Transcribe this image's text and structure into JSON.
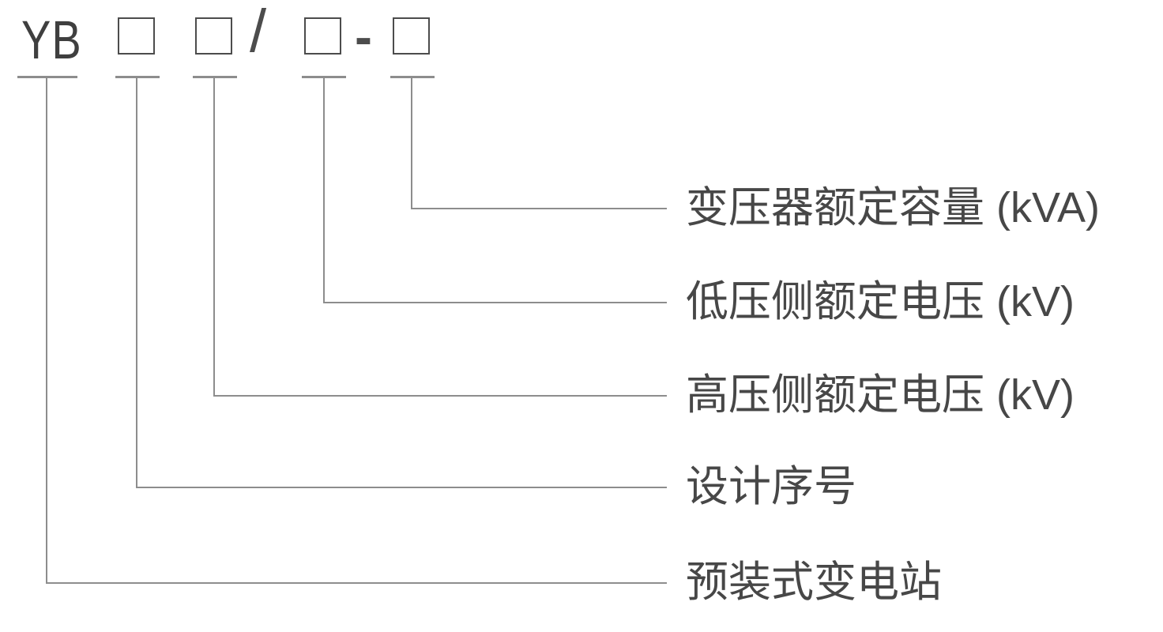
{
  "diagram": {
    "title_meaning": "Model designation key for prefabricated substation",
    "model_prefix": "YB",
    "separators": {
      "slash": "/",
      "dash": "-"
    },
    "placeholder_count": 4,
    "callouts": [
      {
        "label": "变压器额定容量 (kVA)"
      },
      {
        "label": "低压侧额定电压 (kV)"
      },
      {
        "label": "高压侧额定电压 (kV)"
      },
      {
        "label": "设计序号"
      },
      {
        "label": "预装式变电站"
      }
    ],
    "colors": {
      "background": "#ffffff",
      "text": "#474747",
      "line": "#8d8d8d",
      "box_border": "#4c4c4c"
    }
  }
}
